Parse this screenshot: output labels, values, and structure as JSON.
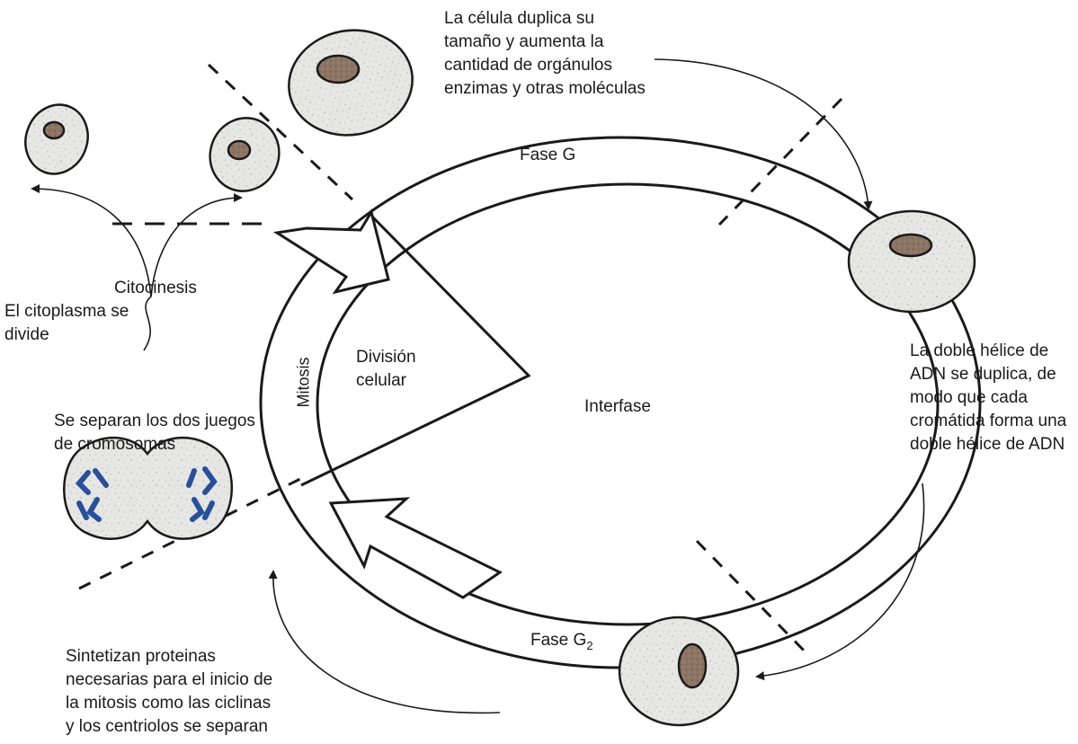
{
  "labels": {
    "g1_desc": "La célula duplica su\ntamaño y aumenta la\ncantidad de orgánulos\nenzimas y otras moléculas",
    "fase_g": "Fase G",
    "fase_g2_text": "Fase G",
    "fase_g2_sub": "2",
    "s_desc": "La doble hélice de\nADN se duplica, de\nmodo que cada\ncromátida forma una\ndoble hélice de ADN",
    "citocinesis": "Citocinesis",
    "citoplasma": "El citoplasma se\ndivide",
    "mitosis": "Mitosis",
    "division": "División\ncelular",
    "interfase": "Interfase",
    "cromosomas": "Se separan los dos juegos\nde cromosomas",
    "g2_desc": "Sintetizan proteinas\nnecesarias para el inicio de\nla mitosis como las ciclinas\ny los centriolos se separan"
  },
  "colors": {
    "stroke": "#1a1a1a",
    "cytoplasm": "#e4e4e2",
    "nucleus": "#8a7262",
    "chromosome": "#2a4f9a"
  }
}
